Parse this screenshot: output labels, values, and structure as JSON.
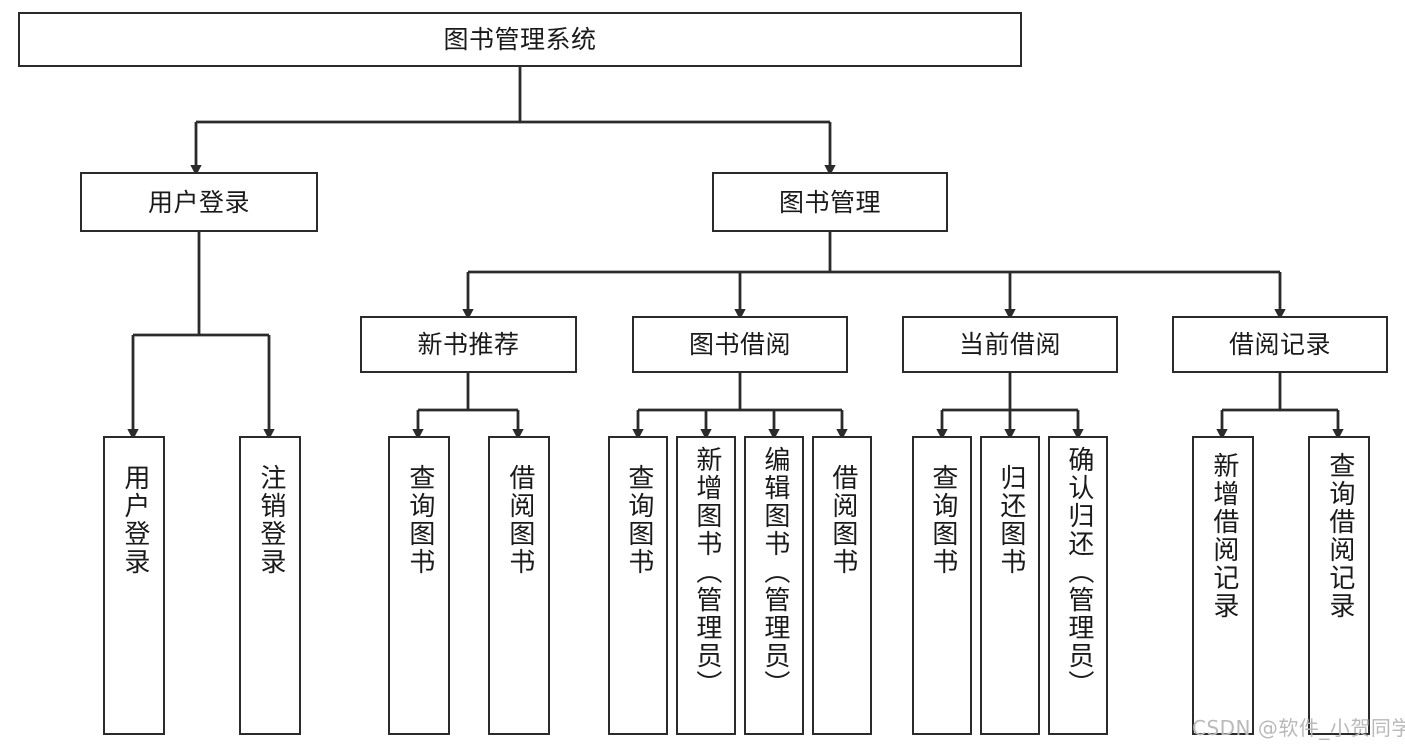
{
  "diagram": {
    "type": "tree-hierarchy",
    "title": "图书管理系统",
    "watermark": "CSDN @软件_小贺同学",
    "colors": {
      "stroke": "#2b2b2b",
      "fill": "#ffffff",
      "text": "#1a1a1a",
      "watermark": "#b9b9b9"
    },
    "nodes": {
      "root": {
        "label": "图书管理系统"
      },
      "level2": [
        {
          "id": "user-login",
          "label": "用户登录"
        },
        {
          "id": "book-manage",
          "label": "图书管理"
        }
      ],
      "level3": [
        {
          "id": "new-book-rec",
          "label": "新书推荐"
        },
        {
          "id": "book-borrow",
          "label": "图书借阅"
        },
        {
          "id": "current-borrow",
          "label": "当前借阅"
        },
        {
          "id": "borrow-record",
          "label": "借阅记录"
        }
      ],
      "leaves": {
        "user-login": [
          {
            "id": "leaf-user-login",
            "label": "用户登录"
          },
          {
            "id": "leaf-user-logout",
            "label": "注销登录"
          }
        ],
        "new-book-rec": [
          {
            "id": "leaf-query-book-1",
            "label": "查询图书"
          },
          {
            "id": "leaf-borrow-book-1",
            "label": "借阅图书"
          }
        ],
        "book-borrow": [
          {
            "id": "leaf-query-book-2",
            "label": "查询图书"
          },
          {
            "id": "leaf-add-book",
            "label": "新增图书（管理员）"
          },
          {
            "id": "leaf-edit-book",
            "label": "编辑图书（管理员）"
          },
          {
            "id": "leaf-borrow-book-2",
            "label": "借阅图书"
          }
        ],
        "current-borrow": [
          {
            "id": "leaf-query-book-3",
            "label": "查询图书"
          },
          {
            "id": "leaf-return-book",
            "label": "归还图书"
          },
          {
            "id": "leaf-confirm-return",
            "label": "确认归还（管理员）"
          }
        ],
        "borrow-record": [
          {
            "id": "leaf-add-record",
            "label": "新增借阅记录"
          },
          {
            "id": "leaf-query-record",
            "label": "查询借阅记录"
          }
        ]
      }
    }
  }
}
